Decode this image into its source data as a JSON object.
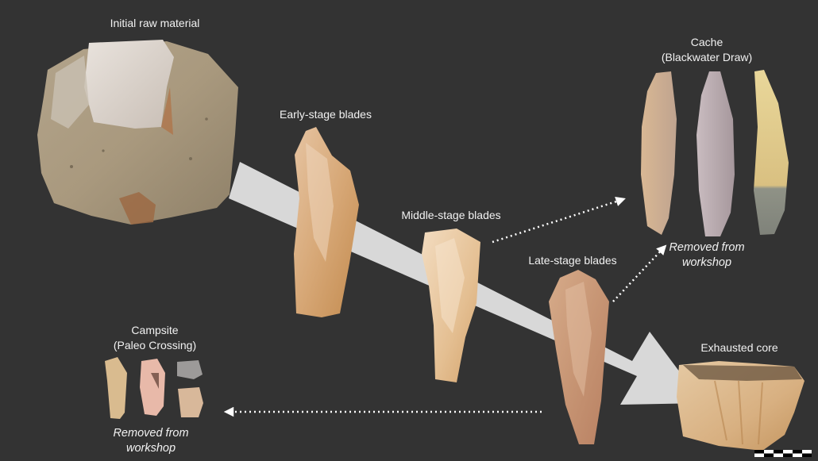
{
  "labels": {
    "initial": "Initial raw material",
    "early": "Early-stage blades",
    "middle": "Middle-stage blades",
    "late": "Late-stage blades",
    "cache_1": "Cache",
    "cache_2": "(Blackwater Draw)",
    "removed_right_1": "Removed from",
    "removed_right_2": "workshop",
    "campsite_1": "Campsite",
    "campsite_2": "(Paleo Crossing)",
    "removed_left_1": "Removed from",
    "removed_left_2": "workshop",
    "exhausted": "Exhausted core"
  },
  "colors": {
    "background": "#333333",
    "main_arrow": "#d8d8d8",
    "dotted_arrow": "#ffffff",
    "text": "#f2f2f2"
  }
}
